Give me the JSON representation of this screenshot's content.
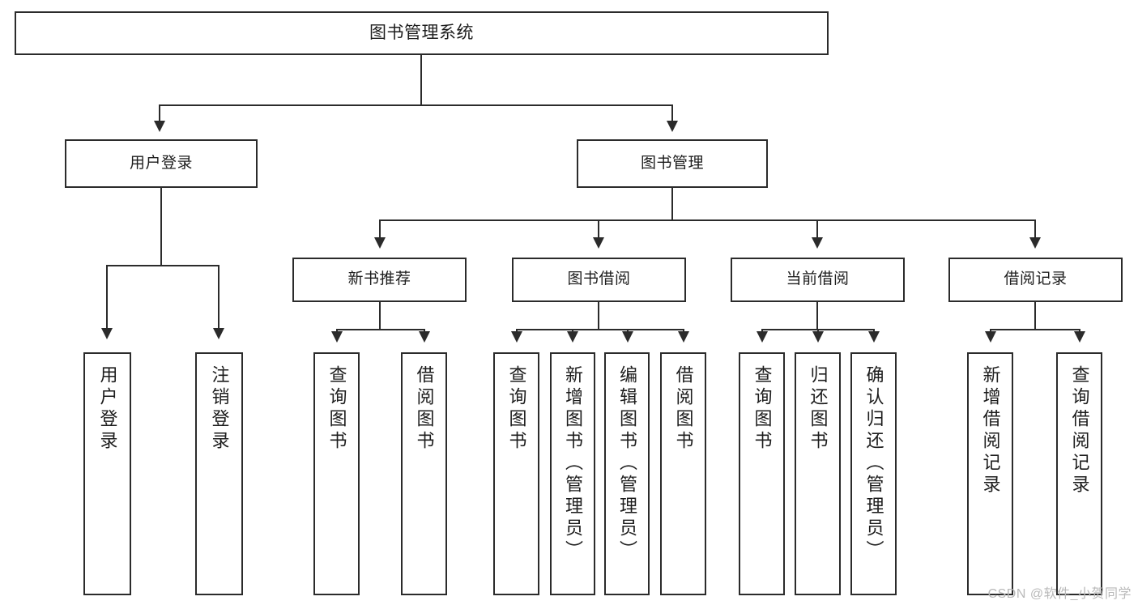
{
  "diagram": {
    "title": "图书管理系统",
    "type": "tree",
    "watermark": "CSDN @软件_小贺同学",
    "colors": {
      "stroke": "#2b2b2b",
      "fill": "#ffffff",
      "text": "#1d1d1d",
      "watermark": "#b9b9b9"
    },
    "root": {
      "label": "图书管理系统"
    },
    "level2": [
      {
        "label": "用户登录"
      },
      {
        "label": "图书管理"
      }
    ],
    "level3": [
      {
        "label": "新书推荐"
      },
      {
        "label": "图书借阅"
      },
      {
        "label": "当前借阅"
      },
      {
        "label": "借阅记录"
      }
    ],
    "leaves": {
      "user_login": [
        {
          "label": "用户登录"
        },
        {
          "label": "注销登录"
        }
      ],
      "new_book": [
        {
          "label": "查询图书"
        },
        {
          "label": "借阅图书"
        }
      ],
      "borrow": [
        {
          "label": "查询图书"
        },
        {
          "label": "新增图书（管理员）"
        },
        {
          "label": "编辑图书（管理员）"
        },
        {
          "label": "借阅图书"
        }
      ],
      "current": [
        {
          "label": "查询图书"
        },
        {
          "label": "归还图书"
        },
        {
          "label": "确认归还（管理员）"
        }
      ],
      "records": [
        {
          "label": "新增借阅记录"
        },
        {
          "label": "查询借阅记录"
        }
      ]
    }
  }
}
